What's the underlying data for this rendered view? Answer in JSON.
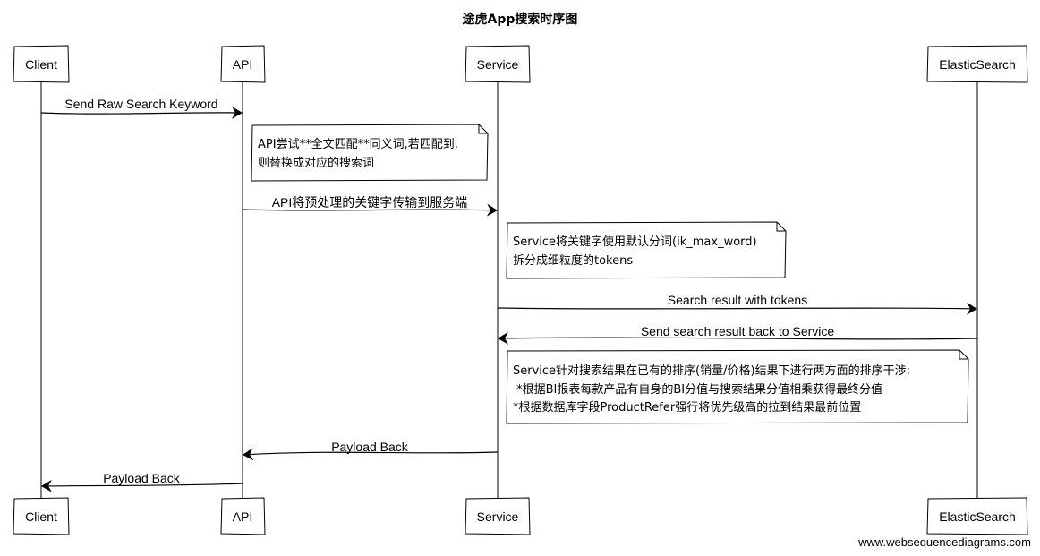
{
  "title": "途虎App搜索时序图",
  "participants": [
    "Client",
    "API",
    "Service",
    "ElasticSearch"
  ],
  "messages": [
    {
      "label": "Send Raw Search Keyword"
    },
    {
      "label": "API将预处理的关键字传输到服务端"
    },
    {
      "label": "Search result with tokens"
    },
    {
      "label": "Send search result back to Service"
    },
    {
      "label": "Payload Back"
    },
    {
      "label": "Payload Back"
    }
  ],
  "notes": [
    {
      "lines": [
        "API尝试**全文匹配**同义词,若匹配到,",
        "则替换成对应的搜索词"
      ]
    },
    {
      "lines": [
        "Service将关键字使用默认分词(ik_max_word)",
        "拆分成细粒度的tokens"
      ]
    },
    {
      "lines": [
        "Service针对搜索结果在已有的排序(销量/价格)结果下进行两方面的排序干涉:",
        " *根据BI报表每款产品有自身的BI分值与搜索结果分值相乘获得最终分值",
        "*根据数据库字段ProductRefer强行将优先级高的拉到结果最前位置"
      ]
    }
  ],
  "watermark": "www.websequencediagrams.com"
}
